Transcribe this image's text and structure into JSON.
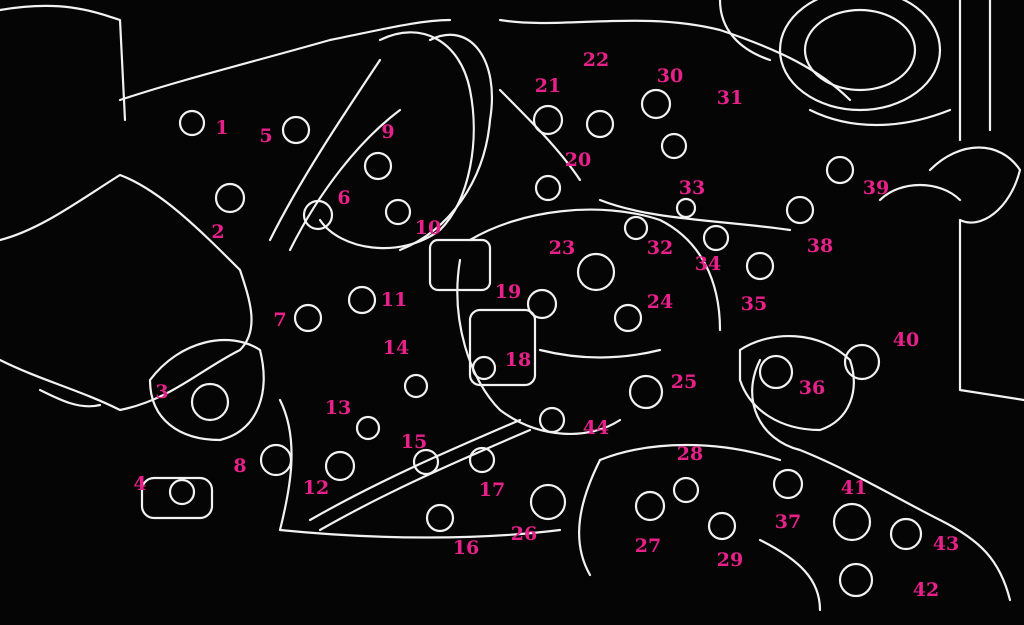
{
  "illustration": {
    "colors": {
      "background": "#050505",
      "line": "#f2f2f2",
      "label": "#e8208a"
    },
    "labels": [
      "1",
      "2",
      "3",
      "4",
      "5",
      "6",
      "7",
      "8",
      "9",
      "10",
      "11",
      "12",
      "13",
      "14",
      "15",
      "16",
      "17",
      "18",
      "19",
      "20",
      "21",
      "22",
      "23",
      "24",
      "25",
      "26",
      "27",
      "28",
      "29",
      "30",
      "31",
      "32",
      "33",
      "34",
      "35",
      "36",
      "37",
      "38",
      "39",
      "40",
      "41",
      "42",
      "43",
      "44"
    ]
  }
}
